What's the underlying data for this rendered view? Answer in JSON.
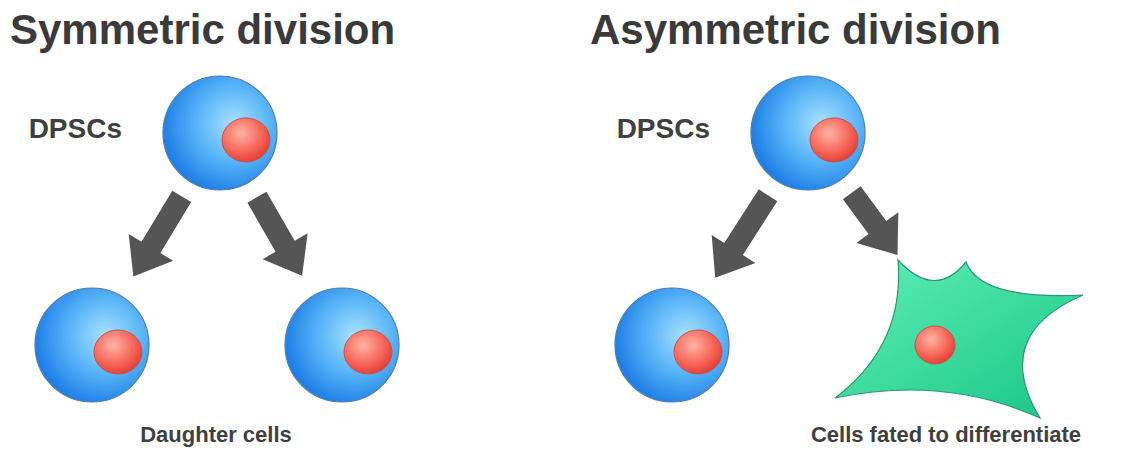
{
  "diagram": {
    "nodes": [
      {
        "text": [
          "DPSCs"
        ]
      },
      {
        "text": []
      },
      {
        "text": []
      },
      {
        "text": [
          "DPSCs"
        ]
      },
      {
        "text": []
      },
      {
        "text": [
          "Cells fated to differentiate"
        ]
      }
    ],
    "edges": [
      {
        "from": 0,
        "to": 1,
        "arrow": "to"
      },
      {
        "from": 0,
        "to": 2,
        "arrow": "to"
      },
      {
        "from": 3,
        "to": 4,
        "arrow": "to"
      },
      {
        "from": 3,
        "to": 5,
        "arrow": "to"
      }
    ],
    "labels": [
      "Symmetric division",
      "Asymmetric division",
      "Daughter cells"
    ]
  }
}
